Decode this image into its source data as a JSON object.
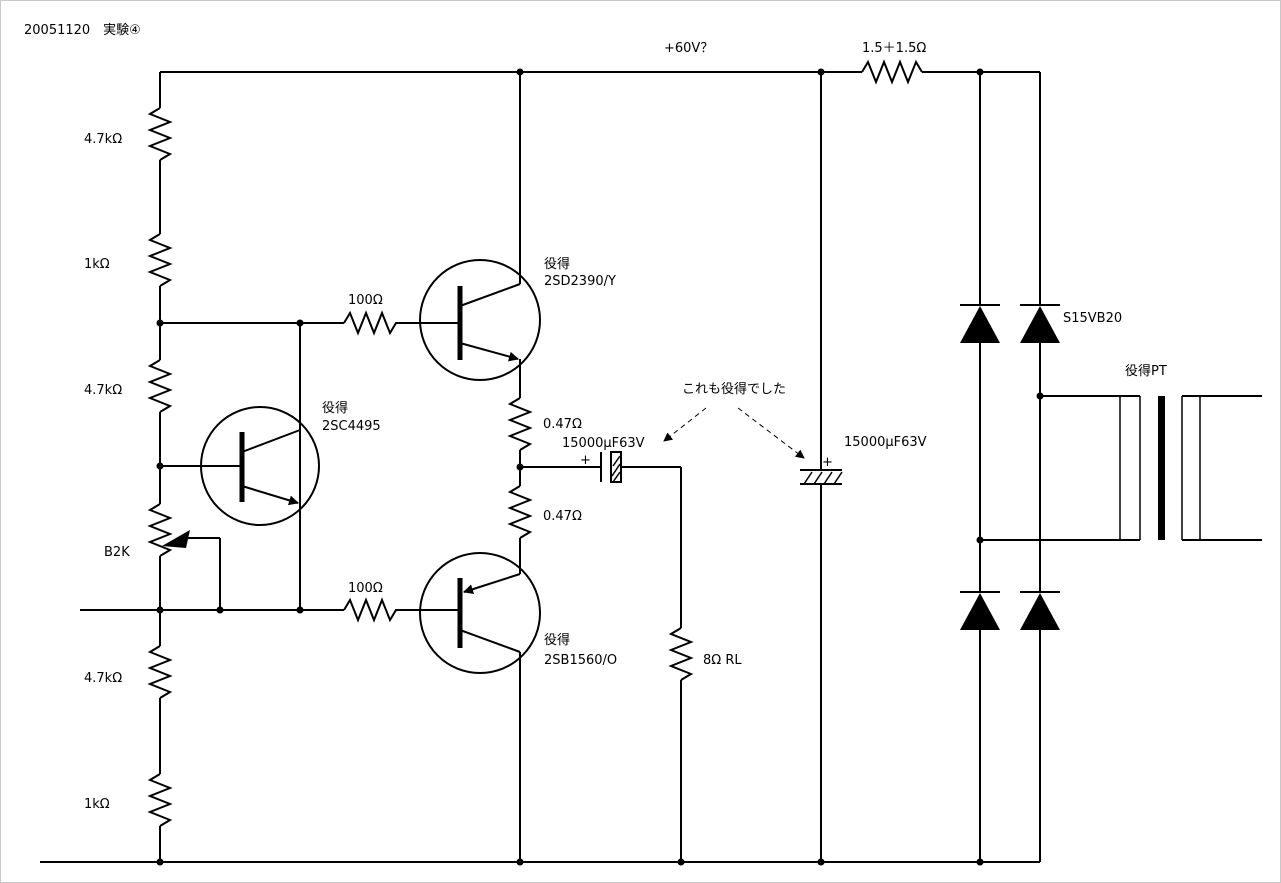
{
  "header": {
    "title": "20051120　実験④"
  },
  "supply": {
    "voltage": "+60V？"
  },
  "labels": {
    "r_top": "4.7kΩ",
    "r_1k_upper": "1kΩ",
    "r_mid": "4.7kΩ",
    "vr": "B2K",
    "r_low": "4.7kΩ",
    "r_1k_lower": "1kΩ",
    "r_base_upper": "100Ω",
    "r_base_lower": "100Ω",
    "q1_note": "役得",
    "q1_part": "2SD2390/Y",
    "q2_note": "役得",
    "q2_part": "2SB1560/O",
    "q3_note": "役得",
    "q3_part": "2SC4495",
    "re_upper": "0.47Ω",
    "re_lower": "0.47Ω",
    "cap_out": "15000μF63V",
    "cap_plus": "+",
    "cap_psu": "15000μF63V",
    "cap_psu_plus": "+",
    "note": "これも役得でした",
    "load": "8Ω RL",
    "r_psu": "1.5＋1.5Ω",
    "bridge": "S15VB20",
    "transformer": "役得PT"
  }
}
